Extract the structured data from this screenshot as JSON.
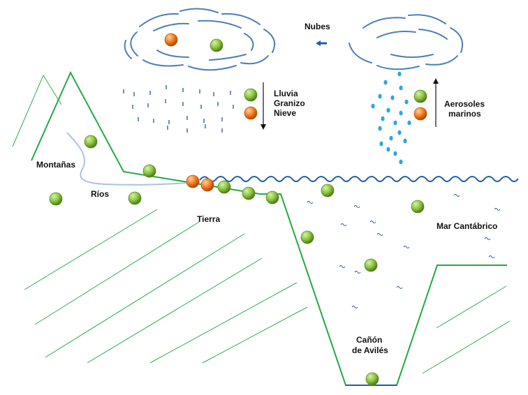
{
  "labels": {
    "clouds": "Nubes",
    "rain": "Lluvia",
    "hail": "Granizo",
    "snow": "Nieve",
    "aerosols_line1": "Aerosoles",
    "aerosols_line2": "marinos",
    "mountains": "Montañas",
    "rivers": "Ríos",
    "land": "Tierra",
    "sea": "Mar Cantábrico",
    "canyon_line1": "Cañón",
    "canyon_line2": "de Avilés"
  },
  "colors": {
    "ground_line": "#22aa44",
    "sea_line": "#1f5fa0",
    "cloud": "#4a7fb8",
    "hatch": "#2fae4f",
    "green_particle": "#8cc63f",
    "orange_particle": "#f47c20",
    "aerosol_drop": "#29a8e0",
    "rain_dash": "#3b6ea5"
  },
  "legend_icons": [
    "green-particle-icon",
    "orange-particle-icon"
  ]
}
